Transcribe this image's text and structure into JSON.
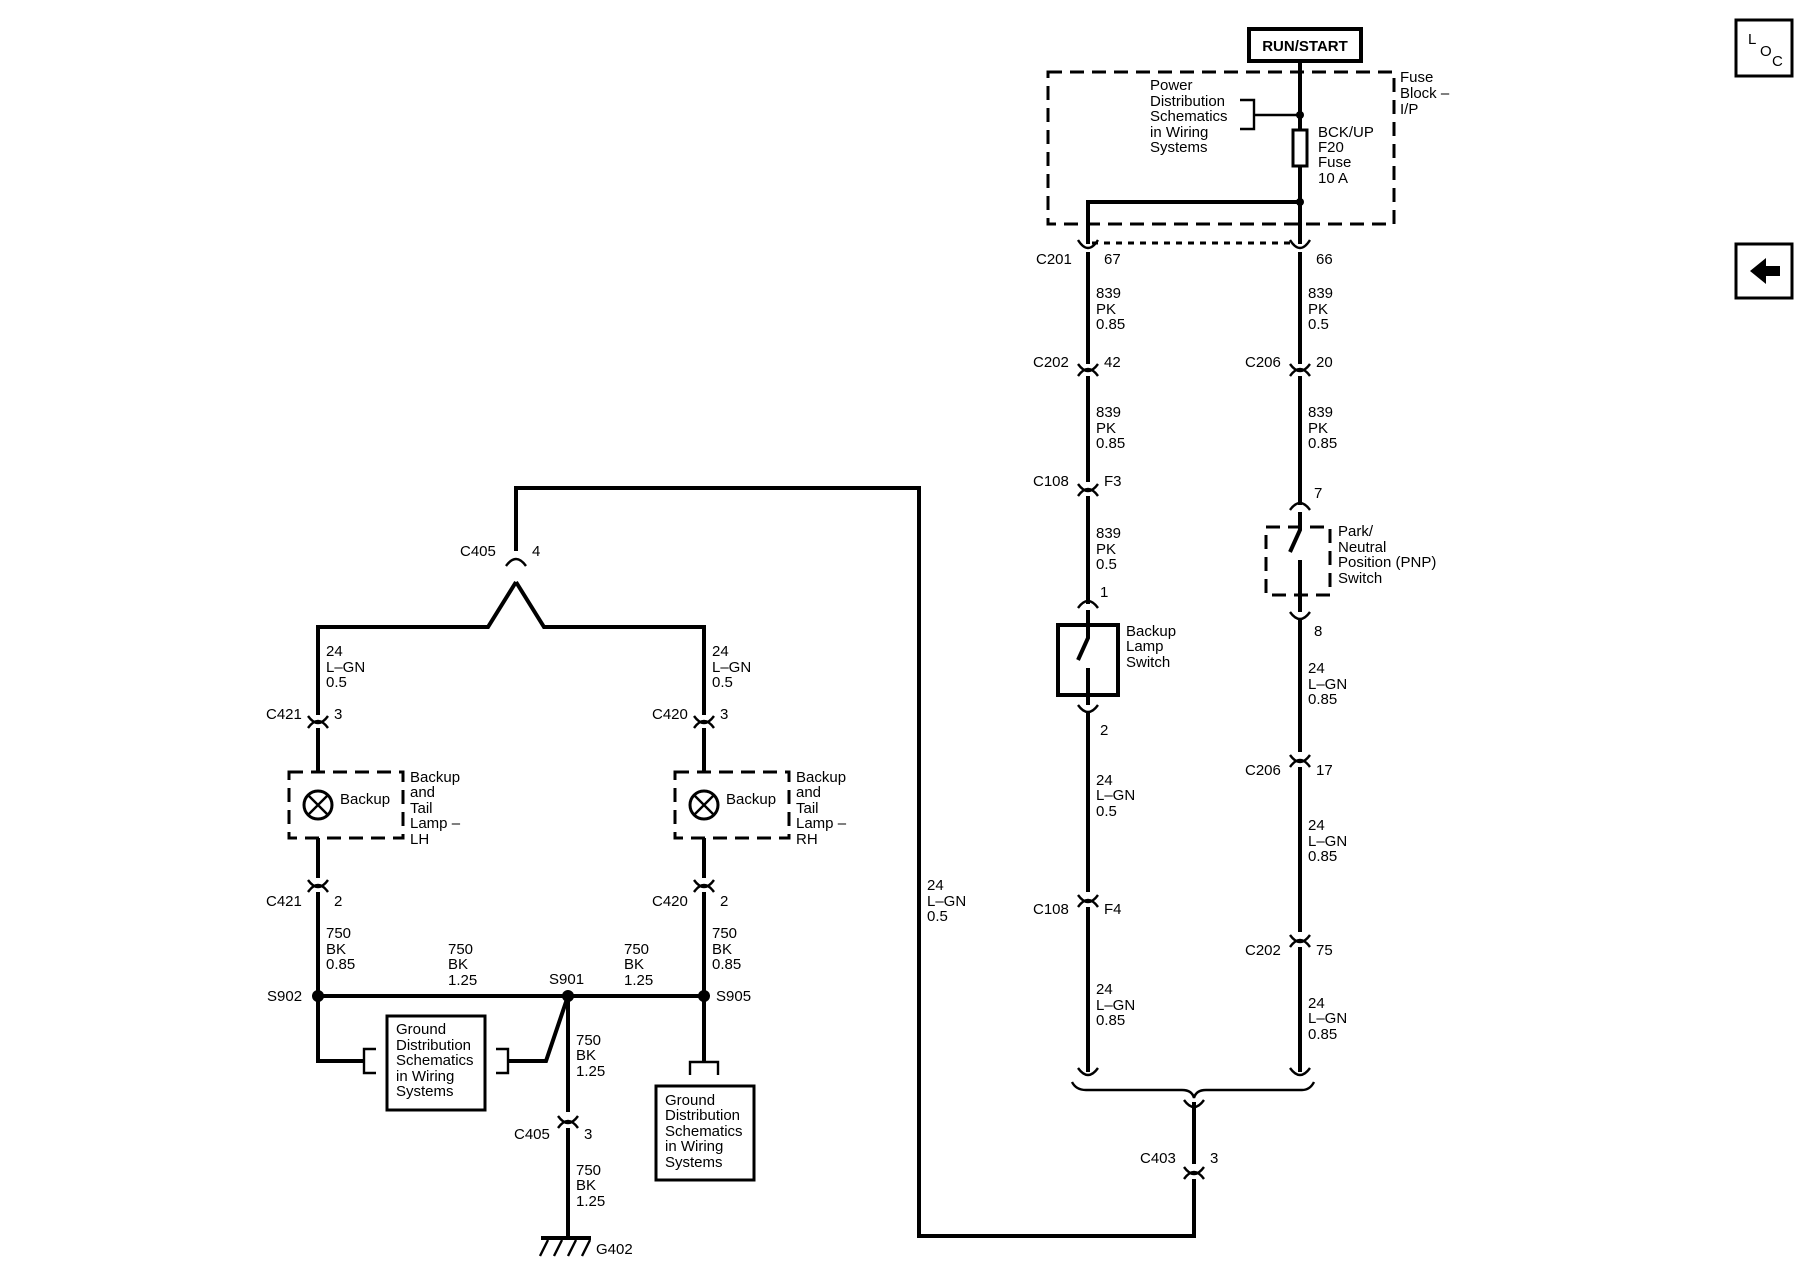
{
  "power_source": "RUN/START",
  "fuse_block": {
    "title": [
      "Fuse",
      "Block –",
      "I/P"
    ],
    "power_dist_note": [
      "Power",
      "Distribution",
      "Schematics",
      "in Wiring",
      "Systems"
    ],
    "fuse": [
      "BCK/UP",
      "F20",
      "Fuse",
      "10 A"
    ]
  },
  "connectors": {
    "c201": "C201",
    "c201_pin_left": "67",
    "c201_pin_right": "66",
    "c202_left": "C202",
    "c202_left_pin": "42",
    "c206_top": "C206",
    "c206_top_pin": "20",
    "c108_top": "C108",
    "c108_top_pin": "F3",
    "pnp_pin_top": "7",
    "pnp_pin_bottom": "8",
    "backup_switch_pin_top": "1",
    "backup_switch_pin_bottom": "2",
    "c206_bottom": "C206",
    "c206_bottom_pin": "17",
    "c108_bottom": "C108",
    "c108_bottom_pin": "F4",
    "c202_right": "C202",
    "c202_right_pin": "75",
    "c403": "C403",
    "c403_pin": "3",
    "c405_top": "C405",
    "c405_top_pin": "4",
    "c421_top": "C421",
    "c421_top_pin": "3",
    "c420_top": "C420",
    "c420_top_pin": "3",
    "c421_bottom": "C421",
    "c421_bottom_pin": "2",
    "c420_bottom": "C420",
    "c420_bottom_pin": "2",
    "c405_bottom": "C405",
    "c405_bottom_pin": "3"
  },
  "splices": {
    "s902": "S902",
    "s901": "S901",
    "s905": "S905"
  },
  "ground": "G402",
  "wires": {
    "w839_085_a": [
      "839",
      "PK",
      "0.85"
    ],
    "w839_05_a": [
      "839",
      "PK",
      "0.5"
    ],
    "w839_085_b": [
      "839",
      "PK",
      "0.85"
    ],
    "w839_085_c": [
      "839",
      "PK",
      "0.85"
    ],
    "w839_05_b": [
      "839",
      "PK",
      "0.5"
    ],
    "w24_05_a": [
      "24",
      "L–GN",
      "0.5"
    ],
    "w24_085_a": [
      "24",
      "L–GN",
      "0.85"
    ],
    "w24_085_b": [
      "24",
      "L–GN",
      "0.85"
    ],
    "w24_085_c": [
      "24",
      "L–GN",
      "0.85"
    ],
    "w24_085_d": [
      "24",
      "L–GN",
      "0.85"
    ],
    "w24_05_long": [
      "24",
      "L–GN",
      "0.5"
    ],
    "w24_05_lh": [
      "24",
      "L–GN",
      "0.5"
    ],
    "w24_05_rh": [
      "24",
      "L–GN",
      "0.5"
    ],
    "w750_085_lh": [
      "750",
      "BK",
      "0.85"
    ],
    "w750_085_rh": [
      "750",
      "BK",
      "0.85"
    ],
    "w750_125_a": [
      "750",
      "BK",
      "1.25"
    ],
    "w750_125_b": [
      "750",
      "BK",
      "1.25"
    ],
    "w750_125_c": [
      "750",
      "BK",
      "1.25"
    ],
    "w750_125_d": [
      "750",
      "BK",
      "1.25"
    ]
  },
  "components": {
    "pnp_switch": [
      "Park/",
      "Neutral",
      "Position (PNP)",
      "Switch"
    ],
    "backup_lamp_switch": [
      "Backup",
      "Lamp",
      "Switch"
    ],
    "lamp_lh_bulb": "Backup",
    "lamp_lh": [
      "Backup",
      "and",
      "Tail",
      "Lamp –",
      "LH"
    ],
    "lamp_rh_bulb": "Backup",
    "lamp_rh": [
      "Backup",
      "and",
      "Tail",
      "Lamp –",
      "RH"
    ],
    "ground_dist_a": [
      "Ground",
      "Distribution",
      "Schematics",
      "in Wiring",
      "Systems"
    ],
    "ground_dist_b": [
      "Ground",
      "Distribution",
      "Schematics",
      "in Wiring",
      "Systems"
    ]
  },
  "nav": {
    "loc_letters": [
      "L",
      "O",
      "C"
    ],
    "back_icon": "left-arrow-icon"
  }
}
